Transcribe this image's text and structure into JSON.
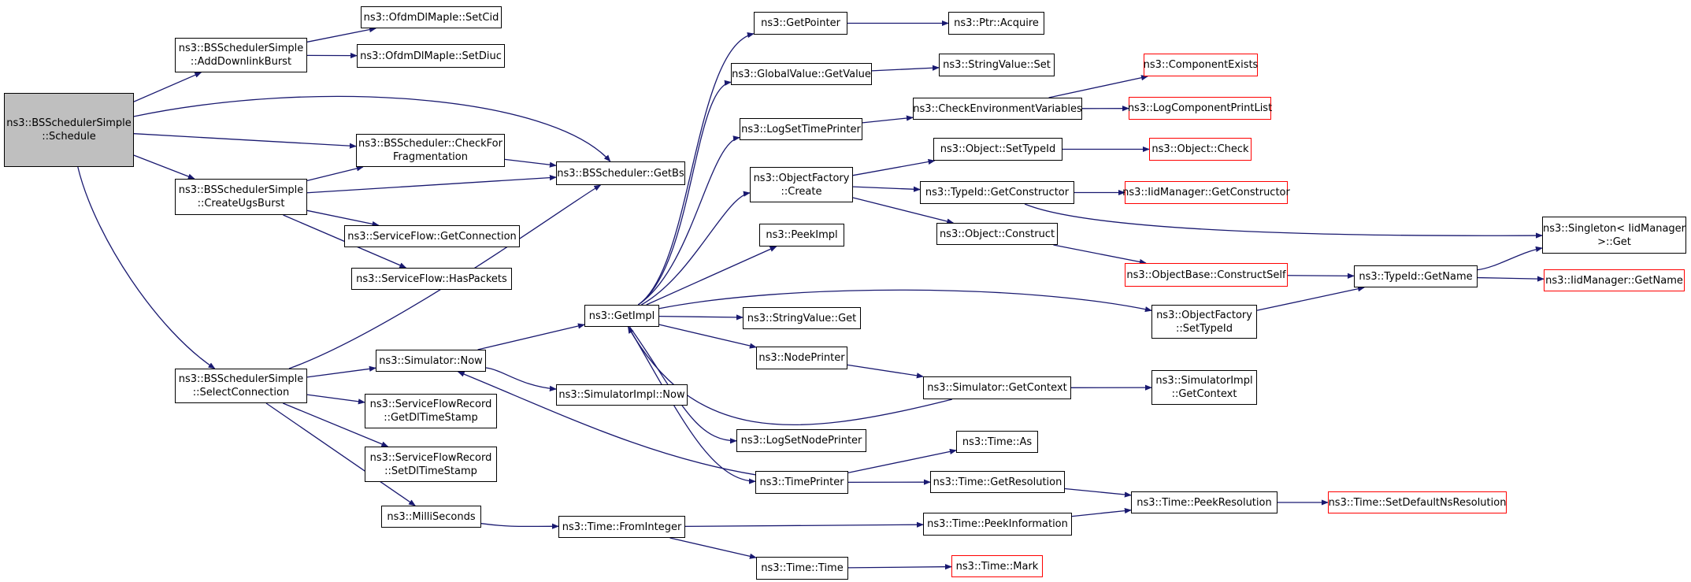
{
  "colors": {
    "edge": "#191970",
    "incomplete_border": "#ff0000",
    "root_fill": "#bfbfbf"
  },
  "nodes": [
    {
      "id": "n1",
      "label": "ns3::BSSchedulerSimple\n::Schedule"
    },
    {
      "id": "n2",
      "label": "ns3::BSSchedulerSimple\n::AddDownlinkBurst"
    },
    {
      "id": "n3",
      "label": "ns3::OfdmDlMapIe::SetCid"
    },
    {
      "id": "n4",
      "label": "ns3::OfdmDlMapIe::SetDiuc"
    },
    {
      "id": "n5",
      "label": "ns3::BSScheduler::CheckFor\nFragmentation"
    },
    {
      "id": "n6",
      "label": "ns3::BSScheduler::GetBs"
    },
    {
      "id": "n7",
      "label": "ns3::BSSchedulerSimple\n::CreateUgsBurst"
    },
    {
      "id": "n8",
      "label": "ns3::ServiceFlow::GetConnection"
    },
    {
      "id": "n9",
      "label": "ns3::ServiceFlow::HasPackets"
    },
    {
      "id": "n10",
      "label": "ns3::BSSchedulerSimple\n::SelectConnection"
    },
    {
      "id": "n11",
      "label": "ns3::Simulator::Now"
    },
    {
      "id": "n12",
      "label": "ns3::ServiceFlowRecord\n::GetDlTimeStamp"
    },
    {
      "id": "n13",
      "label": "ns3::ServiceFlowRecord\n::SetDlTimeStamp"
    },
    {
      "id": "n14",
      "label": "ns3::MilliSeconds"
    },
    {
      "id": "n15",
      "label": "ns3::SimulatorImpl::Now"
    },
    {
      "id": "n16",
      "label": "ns3::GetImpl"
    },
    {
      "id": "n17",
      "label": "ns3::Time::FromInteger"
    },
    {
      "id": "n18",
      "label": "ns3::GetPointer"
    },
    {
      "id": "n19",
      "label": "ns3::GlobalValue::GetValue"
    },
    {
      "id": "n20",
      "label": "ns3::LogSetTimePrinter"
    },
    {
      "id": "n21",
      "label": "ns3::ObjectFactory\n::Create"
    },
    {
      "id": "n22",
      "label": "ns3::PeekImpl"
    },
    {
      "id": "n23",
      "label": "ns3::StringValue::Get"
    },
    {
      "id": "n24",
      "label": "ns3::NodePrinter"
    },
    {
      "id": "n25",
      "label": "ns3::LogSetNodePrinter"
    },
    {
      "id": "n26",
      "label": "ns3::TimePrinter"
    },
    {
      "id": "n27",
      "label": "ns3::Time::Time"
    },
    {
      "id": "n28",
      "label": "ns3::Ptr::Acquire"
    },
    {
      "id": "n29",
      "label": "ns3::StringValue::Set"
    },
    {
      "id": "n30",
      "label": "ns3::CheckEnvironmentVariables"
    },
    {
      "id": "n31",
      "label": "ns3::Object::SetTypeId"
    },
    {
      "id": "n32",
      "label": "ns3::TypeId::GetConstructor"
    },
    {
      "id": "n33",
      "label": "ns3::Object::Construct"
    },
    {
      "id": "n34",
      "label": "ns3::Simulator::GetContext"
    },
    {
      "id": "n35",
      "label": "ns3::Time::As"
    },
    {
      "id": "n36",
      "label": "ns3::Time::GetResolution"
    },
    {
      "id": "n37",
      "label": "ns3::Time::PeekInformation"
    },
    {
      "id": "n38",
      "label": "ns3::Time::Mark"
    },
    {
      "id": "n39",
      "label": "ns3::ComponentExists"
    },
    {
      "id": "n40",
      "label": "ns3::LogComponentPrintList"
    },
    {
      "id": "n41",
      "label": "ns3::Object::Check"
    },
    {
      "id": "n42",
      "label": "ns3::IidManager::GetConstructor"
    },
    {
      "id": "n43",
      "label": "ns3::ObjectBase::ConstructSelf"
    },
    {
      "id": "n44",
      "label": "ns3::ObjectFactory\n::SetTypeId"
    },
    {
      "id": "n45",
      "label": "ns3::SimulatorImpl\n::GetContext"
    },
    {
      "id": "n46",
      "label": "ns3::Time::PeekResolution"
    },
    {
      "id": "n47",
      "label": "ns3::TypeId::GetName"
    },
    {
      "id": "n48",
      "label": "ns3::Time::SetDefaultNsResolution"
    },
    {
      "id": "n49",
      "label": "ns3::Singleton< IidManager\n>::Get"
    },
    {
      "id": "n50",
      "label": "ns3::IidManager::GetName"
    }
  ],
  "edges": [
    [
      "n1",
      "n2"
    ],
    [
      "n1",
      "n6"
    ],
    [
      "n1",
      "n5"
    ],
    [
      "n1",
      "n7"
    ],
    [
      "n1",
      "n10"
    ],
    [
      "n2",
      "n3"
    ],
    [
      "n2",
      "n4"
    ],
    [
      "n5",
      "n6"
    ],
    [
      "n7",
      "n5"
    ],
    [
      "n7",
      "n6"
    ],
    [
      "n7",
      "n8"
    ],
    [
      "n7",
      "n9"
    ],
    [
      "n10",
      "n6"
    ],
    [
      "n10",
      "n11"
    ],
    [
      "n10",
      "n12"
    ],
    [
      "n10",
      "n13"
    ],
    [
      "n10",
      "n14"
    ],
    [
      "n11",
      "n15"
    ],
    [
      "n11",
      "n16"
    ],
    [
      "n14",
      "n17"
    ],
    [
      "n16",
      "n18"
    ],
    [
      "n16",
      "n19"
    ],
    [
      "n16",
      "n20"
    ],
    [
      "n16",
      "n21"
    ],
    [
      "n16",
      "n22"
    ],
    [
      "n16",
      "n23"
    ],
    [
      "n16",
      "n24"
    ],
    [
      "n16",
      "n25"
    ],
    [
      "n16",
      "n26"
    ],
    [
      "n16",
      "n44"
    ],
    [
      "n17",
      "n37"
    ],
    [
      "n17",
      "n27"
    ],
    [
      "n18",
      "n28"
    ],
    [
      "n19",
      "n29"
    ],
    [
      "n20",
      "n30"
    ],
    [
      "n21",
      "n31"
    ],
    [
      "n21",
      "n32"
    ],
    [
      "n21",
      "n33"
    ],
    [
      "n24",
      "n34"
    ],
    [
      "n26",
      "n11"
    ],
    [
      "n26",
      "n35"
    ],
    [
      "n26",
      "n36"
    ],
    [
      "n27",
      "n38"
    ],
    [
      "n30",
      "n39"
    ],
    [
      "n30",
      "n40"
    ],
    [
      "n31",
      "n41"
    ],
    [
      "n32",
      "n42"
    ],
    [
      "n32",
      "n49"
    ],
    [
      "n33",
      "n43"
    ],
    [
      "n34",
      "n16"
    ],
    [
      "n34",
      "n45"
    ],
    [
      "n36",
      "n46"
    ],
    [
      "n37",
      "n46"
    ],
    [
      "n43",
      "n47"
    ],
    [
      "n44",
      "n47"
    ],
    [
      "n46",
      "n48"
    ],
    [
      "n47",
      "n49"
    ],
    [
      "n47",
      "n50"
    ]
  ]
}
